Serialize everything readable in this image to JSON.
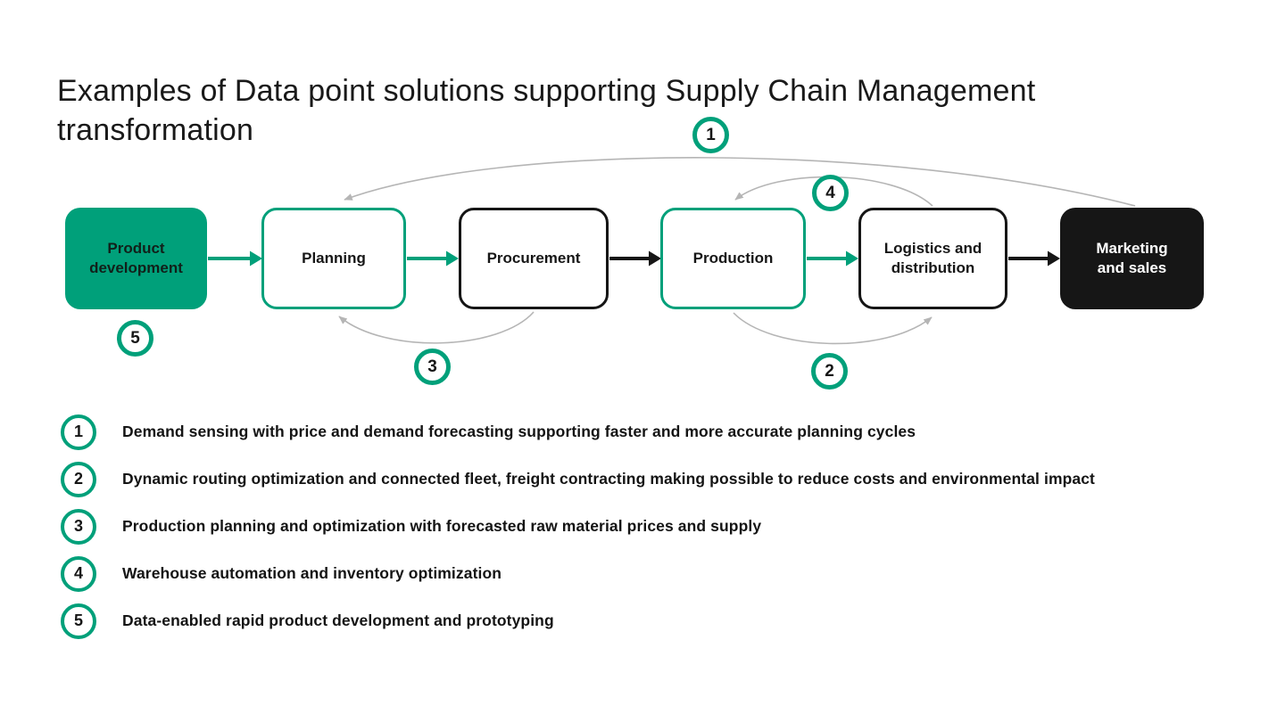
{
  "title": {
    "line1": "Examples of Data point solutions supporting Supply Chain Management",
    "line2": "transformation"
  },
  "colors": {
    "green": "#00A07A",
    "ink": "#161616",
    "arrow_gray": "#B5B5B5"
  },
  "diagram": {
    "nodes": [
      {
        "label": "Product development",
        "style": "solid-green"
      },
      {
        "label": "Planning",
        "style": "outline-green"
      },
      {
        "label": "Procurement",
        "style": "outline-black"
      },
      {
        "label": "Production",
        "style": "outline-green"
      },
      {
        "label": "Logistics and distribution",
        "style": "outline-black"
      },
      {
        "label": "Marketing and sales",
        "style": "solid-black"
      }
    ],
    "badges": [
      {
        "number": "1"
      },
      {
        "number": "2"
      },
      {
        "number": "3"
      },
      {
        "number": "4"
      },
      {
        "number": "5"
      }
    ]
  },
  "legend": {
    "items": [
      {
        "number": "1",
        "text": "Demand sensing with price and demand forecasting supporting faster and more accurate planning cycles"
      },
      {
        "number": "2",
        "text": "Dynamic routing optimization and connected fleet, freight contracting making possible to reduce costs and environmental impact"
      },
      {
        "number": "3",
        "text": "Production planning and optimization with forecasted raw material prices and supply"
      },
      {
        "number": "4",
        "text": "Warehouse automation and inventory optimization"
      },
      {
        "number": "5",
        "text": "Data-enabled rapid product development and prototyping"
      }
    ]
  }
}
